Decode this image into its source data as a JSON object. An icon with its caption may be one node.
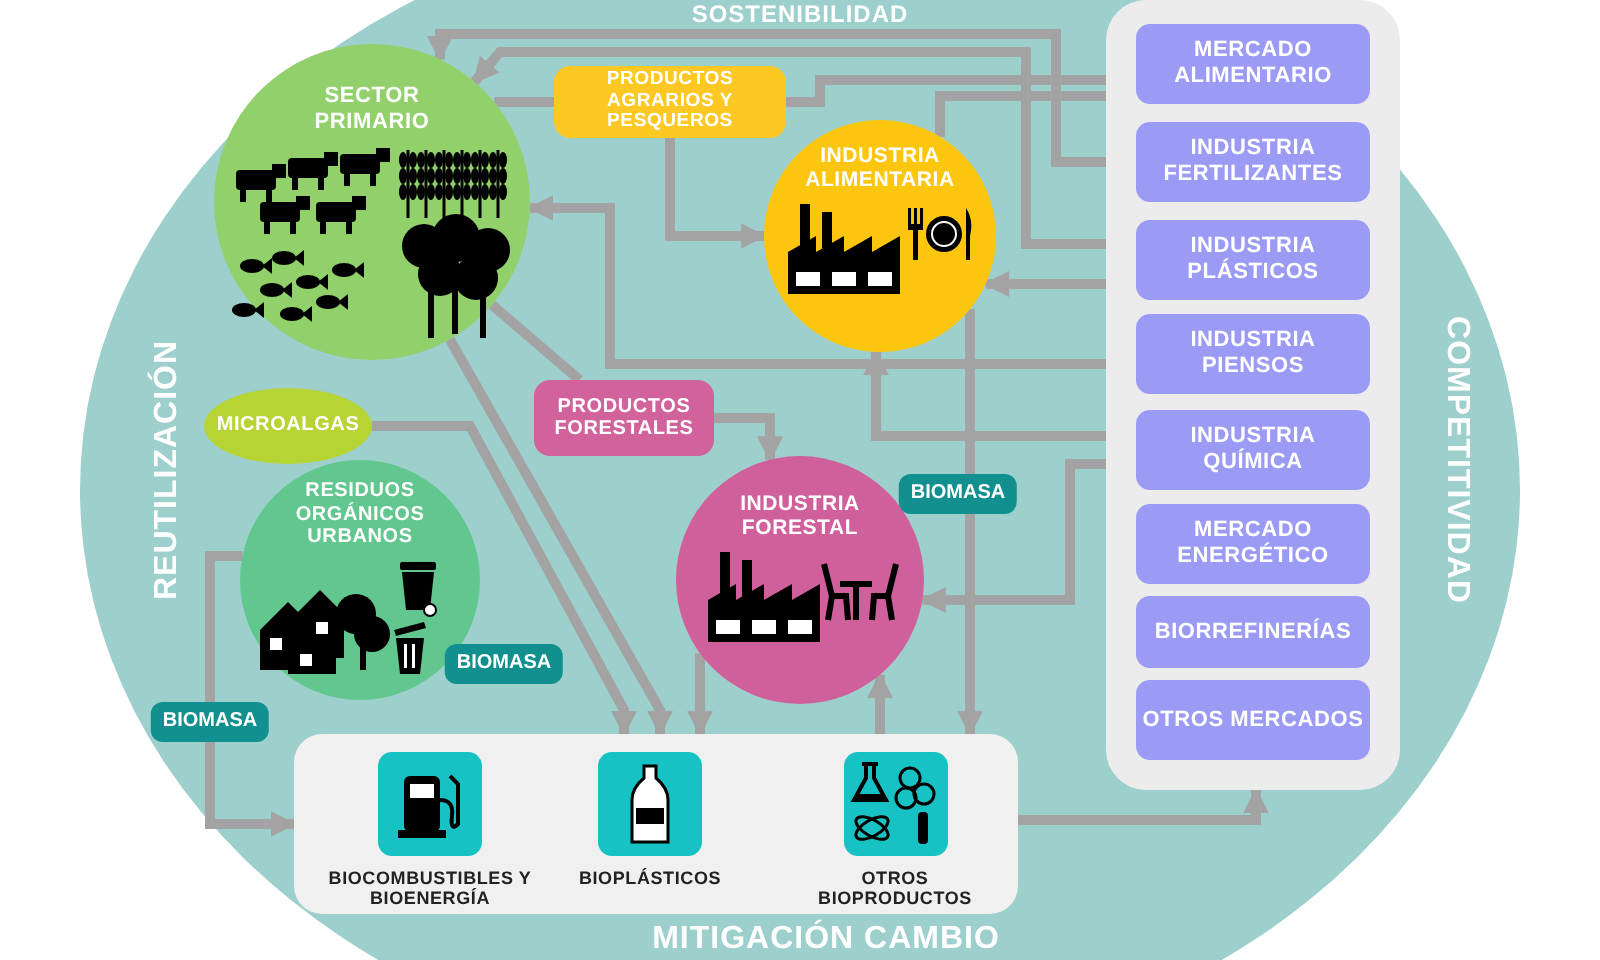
{
  "diagram": {
    "nodes": [
      {
        "text": [
          "SECTOR PRIMARIO"
        ]
      },
      {
        "text": [
          "PRODUCTOS AGRARIOS Y PESQUEROS"
        ]
      },
      {
        "text": [
          "INDUSTRIA ALIMENTARIA"
        ]
      },
      {
        "text": [
          "MICROALGAS"
        ]
      },
      {
        "text": [
          "PRODUCTOS FORESTALES"
        ]
      },
      {
        "text": [
          "RESIDUOS ORGÁNICOS URBANOS"
        ]
      },
      {
        "text": [
          "INDUSTRIA FORESTAL"
        ]
      },
      {
        "text": [],
        "shape": "box"
      },
      {
        "text": [
          "BIOCOMBUSTIBLES Y BIOENERGÍA"
        ],
        "in": 7
      },
      {
        "text": [
          "BIOPLÁSTICOS"
        ],
        "in": 7
      },
      {
        "text": [
          "OTROS BIOPRODUCTOS"
        ],
        "in": 7
      },
      {
        "text": [],
        "shape": "box"
      },
      {
        "text": [
          "MERCADO ALIMENTARIO"
        ],
        "in": 11
      },
      {
        "text": [
          "INDUSTRIA FERTILIZANTES"
        ],
        "in": 11
      },
      {
        "text": [
          "INDUSTRIA PLÁSTICOS"
        ],
        "in": 11
      },
      {
        "text": [
          "INDUSTRIA PIENSOS"
        ],
        "in": 11
      },
      {
        "text": [
          "INDUSTRIA QUÍMICA"
        ],
        "in": 11
      },
      {
        "text": [
          "MERCADO ENERGÉTICO"
        ],
        "in": 11
      },
      {
        "text": [
          "BIORREFINERÍAS"
        ],
        "in": 11
      },
      {
        "text": [
          "OTROS MERCADOS"
        ],
        "in": 11
      }
    ],
    "edges": [
      {
        "from": 13,
        "to": 0,
        "arrow": "to"
      },
      {
        "from": 14,
        "to": 0,
        "arrow": "to"
      },
      {
        "from": 0,
        "to": 1,
        "arrow": "none"
      },
      {
        "from": 1,
        "to": 12,
        "arrow": "to"
      },
      {
        "from": 1,
        "to": 2,
        "arrow": "to"
      },
      {
        "from": 2,
        "to": 12,
        "arrow": "to"
      },
      {
        "from": 14,
        "to": 2,
        "arrow": "to"
      },
      {
        "from": 15,
        "to": 0,
        "arrow": "to"
      },
      {
        "from": 16,
        "to": 2,
        "arrow": "to"
      },
      {
        "from": 16,
        "to": 6,
        "arrow": "to"
      },
      {
        "from": 2,
        "to": 7,
        "arrow": "to",
        "label": "BIOMASA"
      },
      {
        "from": 0,
        "to": 7,
        "arrow": "to",
        "label": "BIOMASA"
      },
      {
        "from": 3,
        "to": 7,
        "arrow": "to"
      },
      {
        "from": 0,
        "to": 4,
        "arrow": "none"
      },
      {
        "from": 4,
        "to": 6,
        "arrow": "to"
      },
      {
        "from": 5,
        "to": 7,
        "arrow": "to",
        "label": "BIOMASA"
      },
      {
        "from": 6,
        "to": 7,
        "arrow": "to"
      },
      {
        "from": 7,
        "to": 6,
        "arrow": "to"
      },
      {
        "from": 7,
        "to": 11,
        "arrow": "to"
      }
    ],
    "labels": [
      "SOSTENIBILIDAD",
      "REUTILIZACIÓN",
      "COMPETITIVIDAD",
      "MITIGACIÓN CAMBIO"
    ]
  }
}
